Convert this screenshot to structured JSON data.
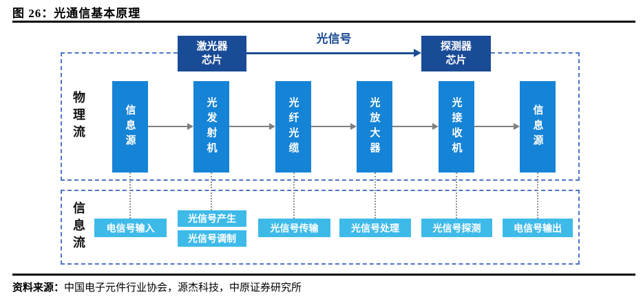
{
  "figure": {
    "title": "图 26：光通信基本原理",
    "source_label": "资料来源：",
    "source_text": "中国电子元件行业协会，源杰科技，中原证券研究所"
  },
  "diagram": {
    "physical_flow_label": "物理流",
    "info_flow_label": "信息流",
    "laser_chip_label": "激光器\n芯片",
    "detector_chip_label": "探测器\n芯片",
    "optical_signal_label": "光信号",
    "physical_nodes": [
      "信息源",
      "光发射机",
      "光纤光缆",
      "光放大器",
      "光接收机",
      "信息源"
    ],
    "info_nodes": [
      "电信号输入",
      "光信号产生",
      "光信号调制",
      "光信号传输",
      "光信号处理",
      "光信号探测",
      "电信号输出"
    ],
    "colors": {
      "node_blue": "#1583d6",
      "chip_navy": "#1a4b96",
      "info_box_blue": "#3ebae9",
      "dashed_border_blue": "#4a74c8",
      "arrow_gray": "#7f7f7f"
    }
  }
}
